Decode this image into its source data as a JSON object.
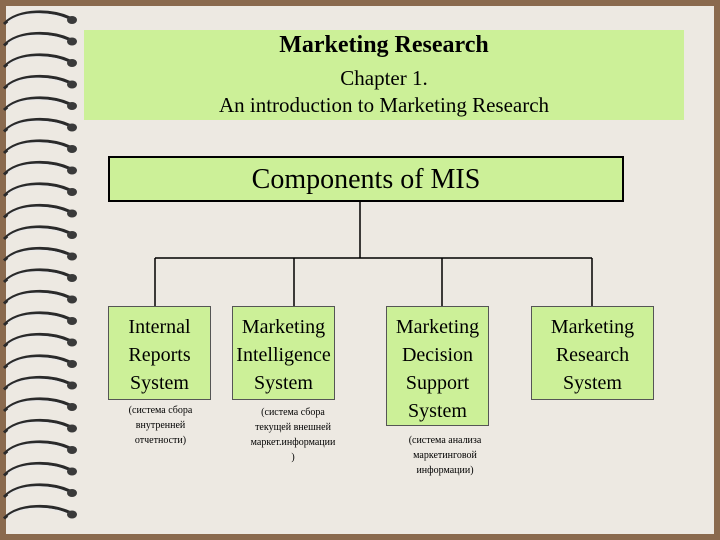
{
  "header": {
    "title": "Marketing Research",
    "chapter": "Chapter 1.",
    "subtitle": "An introduction to Marketing Research"
  },
  "diagram": {
    "root": "Components of MIS",
    "components": [
      {
        "label": "Internal\nReports\nSystem",
        "note": "(система сбора\nвнутренней\nотчетности)"
      },
      {
        "label": "Marketing\nIntelligence\nSystem",
        "note": "(система сбора\nтекущей внешней\nмаркет.информации\n)"
      },
      {
        "label": "Marketing\nDecision\nSupport\nSystem",
        "note": "(система анализа\nмаркетинговой\nинформации)"
      },
      {
        "label": "Marketing\nResearch\nSystem",
        "note": ""
      }
    ]
  },
  "colors": {
    "frame": "#8a6a4e",
    "page": "#ede9e2",
    "box_fill": "#ccf098",
    "connector": "#000000"
  }
}
